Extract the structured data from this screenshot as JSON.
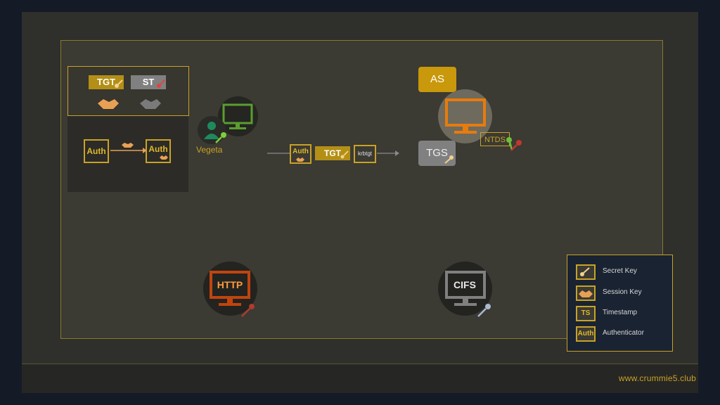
{
  "legend_top": {
    "tgt_label": "TGT",
    "st_label": "ST"
  },
  "legend_flow": {
    "auth_left": "Auth",
    "auth_right": "Auth"
  },
  "client": {
    "name": "Vegeta"
  },
  "request": {
    "auth": "Auth",
    "tgt": "TGT",
    "krbtgt": "krbtgt"
  },
  "kdc": {
    "as_label": "AS",
    "tgs_label": "TGS",
    "ntds_label": "NTDS"
  },
  "services": {
    "http_label": "HTTP",
    "cifs_label": "CIFS"
  },
  "legend": {
    "items": [
      {
        "swatch": "",
        "label": "Secret Key"
      },
      {
        "swatch": "",
        "label": "Session Key"
      },
      {
        "swatch": "TS",
        "label": "Timestamp"
      },
      {
        "swatch": "Auth",
        "label": "Authenticator"
      }
    ]
  },
  "footer": {
    "url": "www.crummie5.club"
  },
  "colors": {
    "gold": "#c9a227",
    "orange": "#e87b0c",
    "green": "#5a9e2f",
    "red": "#c0392b",
    "gray": "#808080"
  }
}
